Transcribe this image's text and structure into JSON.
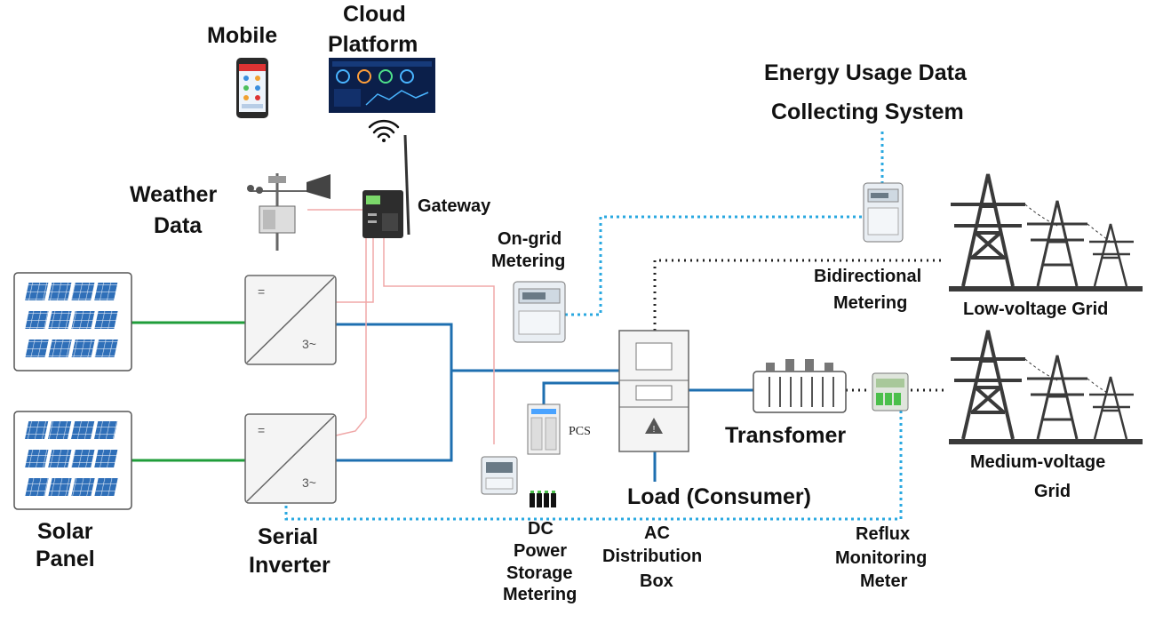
{
  "labels": {
    "mobile": "Mobile",
    "cloud_platform_1": "Cloud",
    "cloud_platform_2": "Platform",
    "energy_usage_1": "Energy Usage Data",
    "energy_usage_2": "Collecting System",
    "weather_1": "Weather",
    "weather_2": "Data",
    "gateway": "Gateway",
    "ongrid_1": "On-grid",
    "ongrid_2": "Metering",
    "bidirectional_1": "Bidirectional",
    "bidirectional_2": "Metering",
    "low_voltage_grid": "Low-voltage Grid",
    "medium_voltage_1": "Medium-voltage",
    "medium_voltage_2": "Grid",
    "pcs": "PCS",
    "transformer": "Transfomer",
    "load": "Load (Consumer)",
    "solar_1": "Solar",
    "solar_2": "Panel",
    "inverter_1": "Serial",
    "inverter_2": "Inverter",
    "dc_1": "DC",
    "dc_2": "Power",
    "dc_3": "Storage",
    "dc_4": "Metering",
    "ac_1": "AC",
    "ac_2": "Distribution",
    "ac_3": "Box",
    "reflux_1": "Reflux",
    "reflux_2": "Monitoring",
    "reflux_3": "Meter",
    "inverter_symbol_dc": "=",
    "inverter_symbol_ac": "3~"
  },
  "colors": {
    "dc_line": "#1f9d3a",
    "ac_line": "#1e6fb0",
    "data_line": "#2aa8e0",
    "signal_line": "#f0a8a8",
    "dotted_black": "#222222",
    "tower": "#3a3a3a",
    "panel": "#2f6fb8"
  }
}
